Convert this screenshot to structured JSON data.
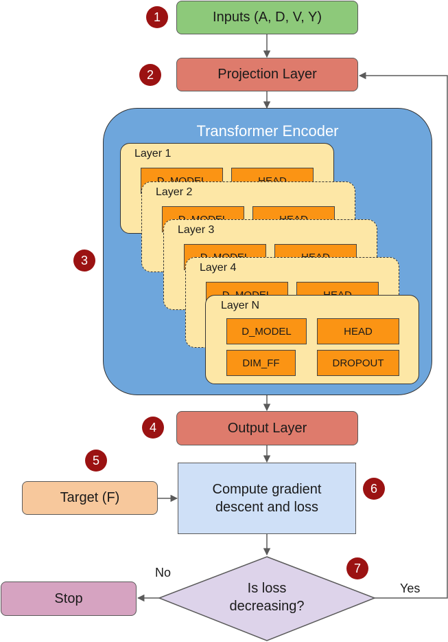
{
  "nodes": {
    "inputs": "Inputs (A, D, V, Y)",
    "projection": "Projection Layer",
    "encoder_title": "Transformer Encoder",
    "output": "Output Layer",
    "target": "Target (F)",
    "compute_line1": "Compute gradient",
    "compute_line2": "descent and loss",
    "decision_line1": "Is loss",
    "decision_line2": "decreasing?",
    "stop": "Stop"
  },
  "edges": {
    "no": "No",
    "yes": "Yes"
  },
  "layers": [
    {
      "label": "Layer 1",
      "params": [
        "D_MODEL",
        "HEAD"
      ]
    },
    {
      "label": "Layer 2",
      "params": [
        "D_MODEL",
        "HEAD"
      ]
    },
    {
      "label": "Layer 3",
      "params": [
        "D_MODEL",
        "HEAD"
      ]
    },
    {
      "label": "Layer 4",
      "params": [
        "D_MODEL",
        "HEAD"
      ]
    },
    {
      "label": "Layer N",
      "params": [
        "D_MODEL",
        "HEAD",
        "DIM_FF",
        "DROPOUT"
      ]
    }
  ],
  "badges": [
    "1",
    "2",
    "3",
    "4",
    "5",
    "6",
    "7"
  ],
  "colors": {
    "inputs": "#8dc97a",
    "projection": "#de7b6c",
    "encoder": "#6ea6dc",
    "layer": "#fde7a6",
    "param": "#fb9414",
    "output": "#de7b6c",
    "target": "#f7c89c",
    "compute": "#cfe0f7",
    "decision": "#ddd3ea",
    "stop": "#d6a3c1",
    "badge": "#9b1212"
  }
}
